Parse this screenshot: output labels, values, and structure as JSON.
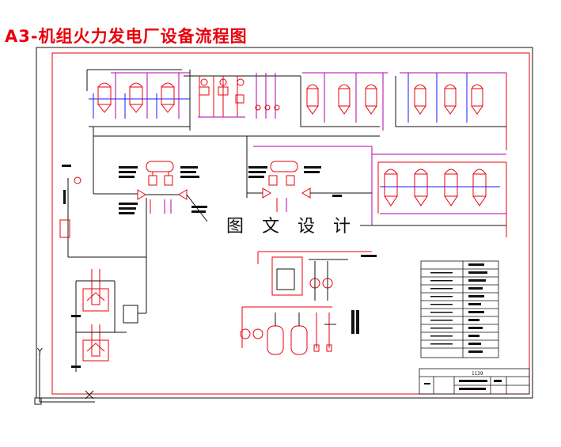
{
  "page": {
    "headline": "A3-机组火力发电厂设备流程图",
    "watermark": "图 文 设 计"
  },
  "drawing": {
    "title_block_number": "1139",
    "axis_y": "Y",
    "axis_x": "X"
  },
  "colors": {
    "frame": "#e8000b",
    "water_line": "#b000b0",
    "steam_line": "#1a1aff",
    "equipment": "#e8000b",
    "pipe": "#111111"
  }
}
